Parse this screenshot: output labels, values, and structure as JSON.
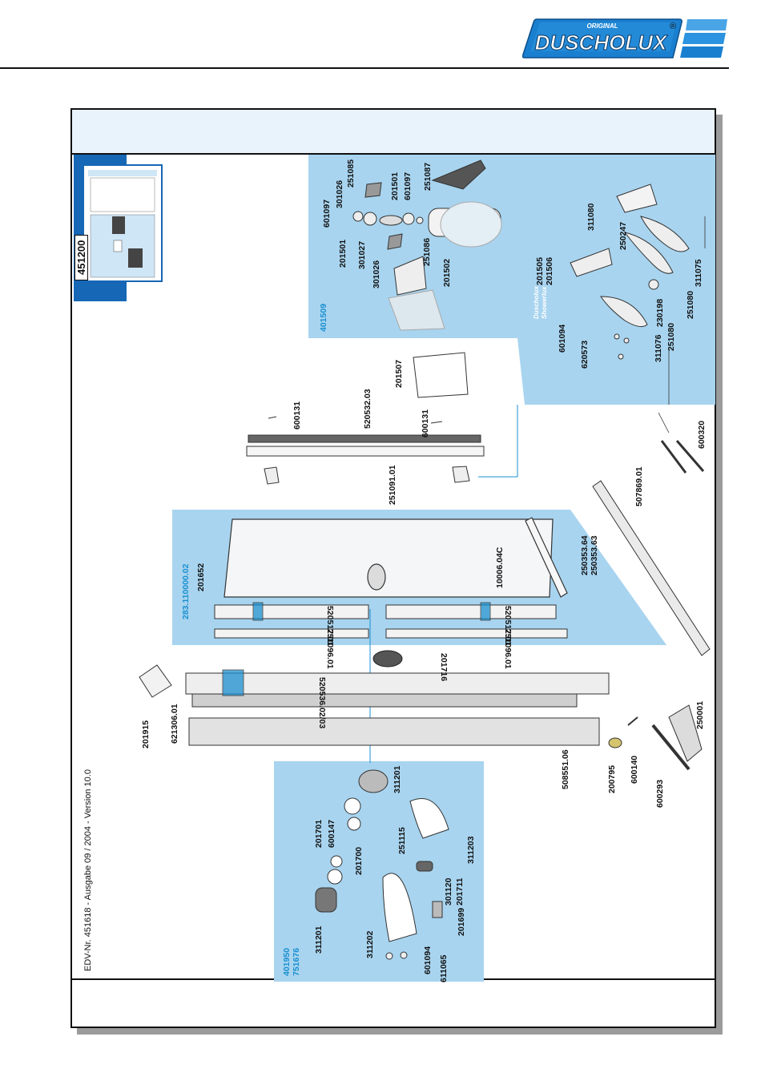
{
  "brand": {
    "small": "ORIGINAL",
    "name": "DUSCHOLUX",
    "registered": "®"
  },
  "footer_note": "EDV-Nr. 451618 - Ausgabe 09 / 2004 - Version 10.0",
  "thumbnail_badge": "451200",
  "panel_codes": {
    "top_right": "401509",
    "middle": "283.110000.02",
    "bottom": [
      "401950",
      "751676"
    ]
  },
  "brand_marks": [
    "Duscholux",
    "Showerlux"
  ],
  "parts": {
    "p601097a": "601097",
    "p301026a": "301026",
    "p251085": "251085",
    "p201501a": "201501",
    "p301027": "301027",
    "p201501b": "201501",
    "p601097b": "601097",
    "p251087": "251087",
    "p301026b": "301026",
    "p251086": "251086",
    "p201502": "201502",
    "p311080": "311080",
    "p250247": "250247",
    "p311075": "311075",
    "p201505": "201505",
    "p201506": "201506",
    "p230198": "230198",
    "p251080a": "251080",
    "p601094a": "601094",
    "p620573": "620573",
    "p311076": "311076",
    "p251080b": "251080",
    "p201507": "201507",
    "p600131a": "600131",
    "p520532": "520532.03",
    "p600131b": "600131",
    "p251091": "251091.01",
    "p600320": "600320",
    "p507869": "507869.01",
    "p201652": "201652",
    "p10006": "10006.04C",
    "p250353a": "250353.64",
    "p250353b": "250353.63",
    "p520517a": "520517.01",
    "p520517b": "520517.01",
    "p251096a": "251096.01",
    "p251096b": "251096.01",
    "p201716": "201716",
    "p201915": "201915",
    "p621306": "621306.01",
    "p520536": "520536.02/03",
    "p250001": "250001",
    "p200795": "200795",
    "p600140": "600140",
    "p600293": "600293",
    "p508551": "508551.06",
    "p311201a": "311201",
    "p201701": "201701",
    "p600147": "600147",
    "p201700": "201700",
    "p251115": "251115",
    "p311203": "311203",
    "p201711": "201711",
    "p301120": "301120",
    "p201699": "201699",
    "p311201b": "311201",
    "p311202": "311202",
    "p601094b": "601094",
    "p611065": "611065"
  },
  "colors": {
    "panel_blue": "#a8d4ef",
    "code_blue": "#1a8fd0",
    "thumb_blue": "#1667b5",
    "logo_blue": "#1a7fcf",
    "frame_header": "#e9f3fb"
  }
}
